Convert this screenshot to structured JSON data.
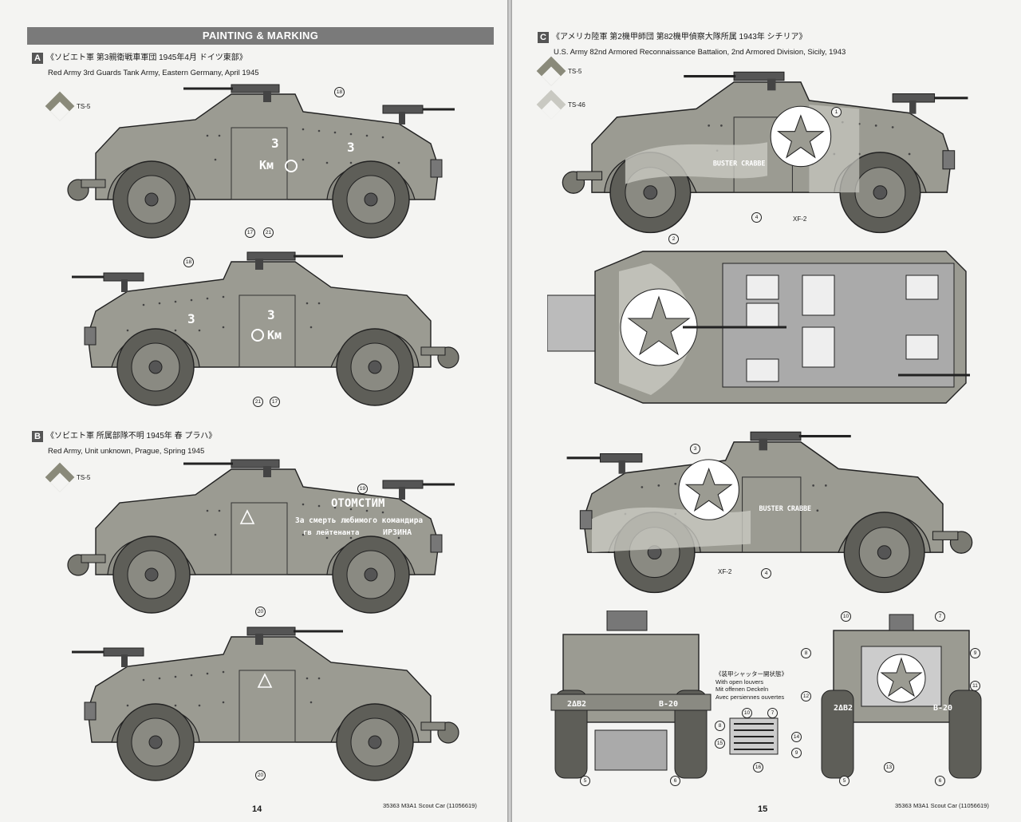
{
  "header": {
    "title": "PAINTING & MARKING"
  },
  "sections": {
    "A": {
      "letter": "A",
      "title_jp": "《ソビエト軍 第3親衛戦車軍団 1945年4月 ドイツ東部》",
      "title_en": "Red Army 3rd Guards Tank Army, Eastern Germany, April 1945",
      "paints": [
        "TS-5"
      ],
      "markings_text": {
        "number": "3",
        "unit": "Км"
      },
      "callouts_top": [
        "18",
        "17",
        "21"
      ],
      "callouts_bottom": [
        "18",
        "21",
        "17"
      ]
    },
    "B": {
      "letter": "B",
      "title_jp": "《ソビエト軍 所属部隊不明 1945年 春 プラハ》",
      "title_en": "Red Army, Unit unknown, Prague, Spring 1945",
      "paints": [
        "TS-5"
      ],
      "slogan": [
        "ОТОМСТИМ",
        "За смерть любимого командира",
        "гв лейтенанта",
        "ИРЗИНА"
      ],
      "callouts_top": [
        "19",
        "20"
      ],
      "callouts_bottom": [
        "20"
      ]
    },
    "C": {
      "letter": "C",
      "title_jp": "《アメリカ陸軍 第2機甲師団 第82機甲偵察大隊所属 1943年 シチリア》",
      "title_en": "U.S. Army 82nd Armored Reconnaissance Battalion, 2nd Armored Division, Sicily, 1943",
      "paints": [
        "TS-5",
        "TS-46"
      ],
      "vehicle_name": "BUSTER CRABBE",
      "xf": "XF-2",
      "plates": [
        "2ΔB2",
        "B-20"
      ],
      "callouts_side1": [
        "1",
        "4"
      ],
      "callouts_top": [
        "2"
      ],
      "callouts_side2": [
        "3",
        "4"
      ],
      "callouts_rear": [
        "5",
        "6"
      ],
      "callouts_front": [
        "10",
        "7",
        "8",
        "9",
        "11",
        "12",
        "5",
        "13",
        "6"
      ],
      "louver_callouts": [
        "10",
        "7",
        "8",
        "14",
        "15",
        "9",
        "16"
      ],
      "louvers": {
        "jp": "《装甲シャッター開状態》",
        "en": "With open louvers",
        "de": "Mit offenen Deckeln",
        "fr": "Avec persiennes ouvertes"
      }
    }
  },
  "footer": {
    "left_page": "14",
    "right_page": "15",
    "product_left": "35363  M3A1 Scout Car (11056619)",
    "product_right": "35363  M3A1 Scout Car (11056619)"
  },
  "colors": {
    "ts5": "#8a8a7a",
    "ts46": "#c9c9c2",
    "xf2": "#ffffff",
    "vehicle_body": "#9b9b92",
    "vehicle_dark": "#6d6d66"
  }
}
